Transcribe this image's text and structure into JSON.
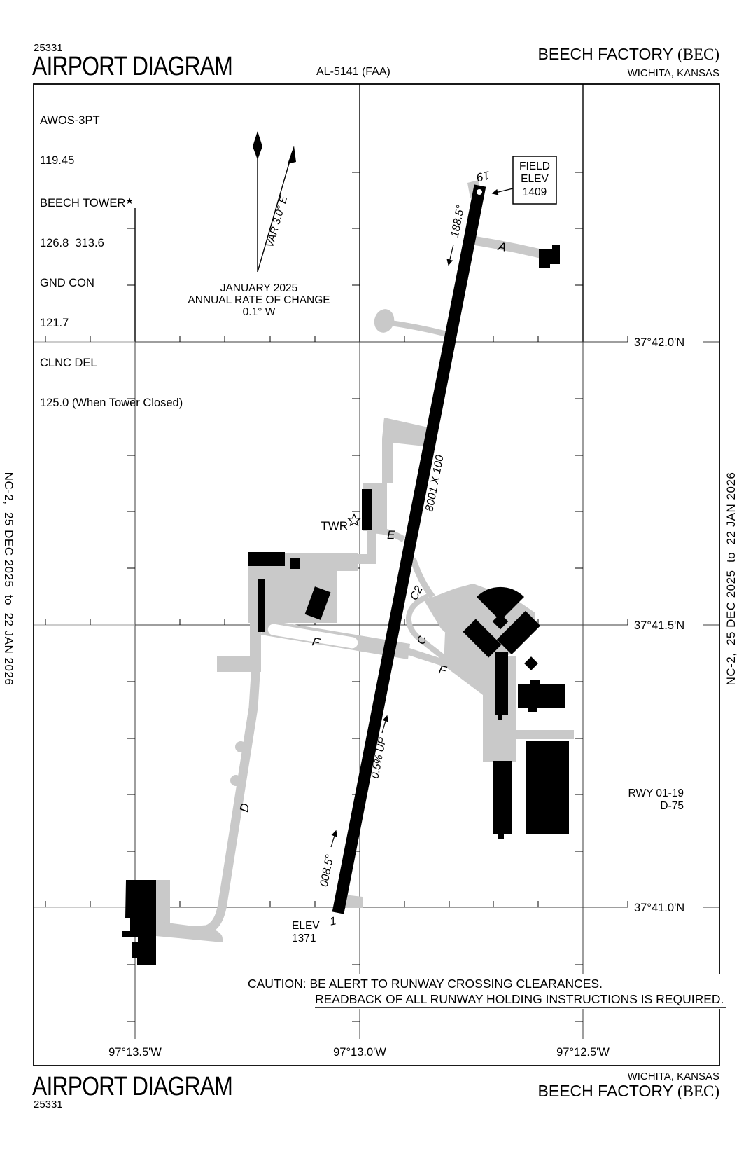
{
  "colors": {
    "pavement": "#c9c9c9",
    "ink": "#000000",
    "grid": "#444444"
  },
  "header": {
    "chart_code": "25331",
    "title": "AIRPORT DIAGRAM",
    "procedure_id": "AL-5141 (FAA)",
    "airport_name": "BEECH FACTORY",
    "airport_code": "(BEC)",
    "city": "WICHITA, KANSAS"
  },
  "footer": {
    "chart_code": "25331",
    "title": "AIRPORT DIAGRAM",
    "airport_name": "BEECH FACTORY",
    "airport_code": "(BEC)",
    "city": "WICHITA, KANSAS"
  },
  "comm": {
    "lines": [
      "AWOS-3PT",
      "119.45",
      "BEECH TOWER",
      "126.8  313.6",
      "GND CON",
      "121.7",
      "CLNC DEL",
      "125.0 (When Tower Closed)"
    ],
    "tower_star": "★"
  },
  "magnetic": {
    "variation": "VAR 3.0° E",
    "date": "JANUARY 2025",
    "rate1": "ANNUAL RATE OF CHANGE",
    "rate2": "0.1° W"
  },
  "field_elev": {
    "label1": "FIELD",
    "label2": "ELEV",
    "value": "1409"
  },
  "runway": {
    "end19": "19",
    "end1": "1",
    "heading19": "188.5°",
    "heading1": "008.5°",
    "size": "8001 X 100",
    "slope": "0.5% UP",
    "elev_label": "ELEV",
    "elev_value": "1371",
    "info1": "RWY 01-19",
    "info2": "D-75"
  },
  "tower": {
    "label": "TWR"
  },
  "taxiways": {
    "a": "A",
    "c": "C",
    "c2": "C2",
    "d": "D",
    "e": "E",
    "f": "F"
  },
  "grid": {
    "lat": [
      "37°42.0'N",
      "37°41.5'N",
      "37°41.0'N"
    ],
    "lon": [
      "97°13.5'W",
      "97°13.0'W",
      "97°12.5'W"
    ]
  },
  "caution": {
    "line1": "CAUTION: BE ALERT TO RUNWAY CROSSING CLEARANCES.",
    "line2": "READBACK OF ALL RUNWAY HOLDING INSTRUCTIONS IS REQUIRED."
  },
  "margins": {
    "effective_dates": "NC-2,  25 DEC 2025  to  22 JAN 2026"
  }
}
